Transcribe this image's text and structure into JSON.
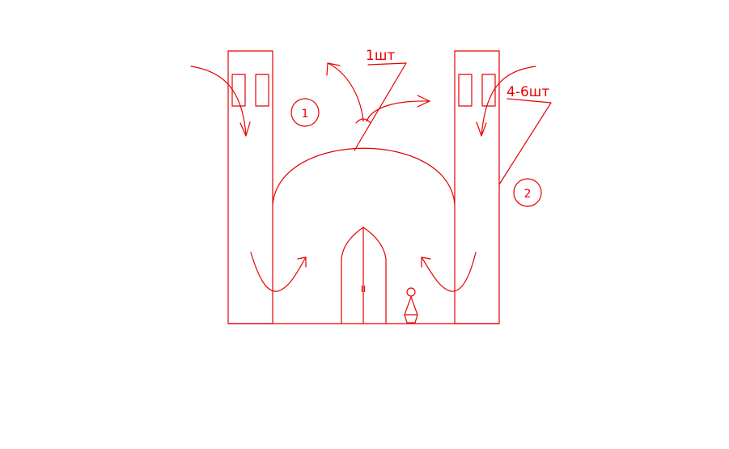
{
  "drawing": {
    "stroke_color": "#e60000",
    "background": "#ffffff",
    "labels": {
      "quantity_center": "1шт",
      "quantity_side": "4-6шт",
      "marker_one": "1",
      "marker_two": "2",
      "door_mark": "II"
    }
  }
}
